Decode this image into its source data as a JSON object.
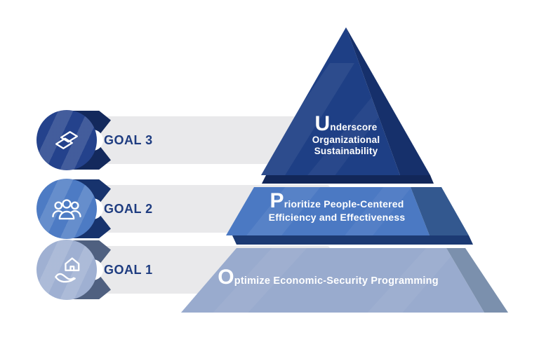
{
  "title": "Goals pyramid diagram",
  "background": "#ffffff",
  "bar_color": "#e9e9eb",
  "label_color": "#1e3c80",
  "goals": [
    {
      "label": "GOAL 3",
      "icon": "hands-give-icon",
      "badge_color": "#24428c"
    },
    {
      "label": "GOAL 2",
      "icon": "people-group-icon",
      "badge_color": "#4d7bc4"
    },
    {
      "label": "GOAL 1",
      "icon": "hand-home-icon",
      "badge_color": "#9fb0d2"
    }
  ],
  "pyramid": {
    "tiers": [
      {
        "name": "tier-top",
        "lead": "U",
        "line1": "nderscore",
        "line2": "Organizational",
        "line3": "Sustainability",
        "front_color": "#1e3f85",
        "side_color": "#16306b",
        "lip_color": "#122759"
      },
      {
        "name": "tier-middle",
        "lead": "P",
        "line1": "rioritize People-Centered",
        "line2": "Efficiency and Effectiveness",
        "front_color": "#4b79c3",
        "side_color": "#33588f",
        "lip_color": "#1c3a73"
      },
      {
        "name": "tier-bottom",
        "lead": "O",
        "line1": "ptimize Economic-Security Programming",
        "front_color": "#99abce",
        "side_color": "#7b90ad"
      }
    ]
  }
}
